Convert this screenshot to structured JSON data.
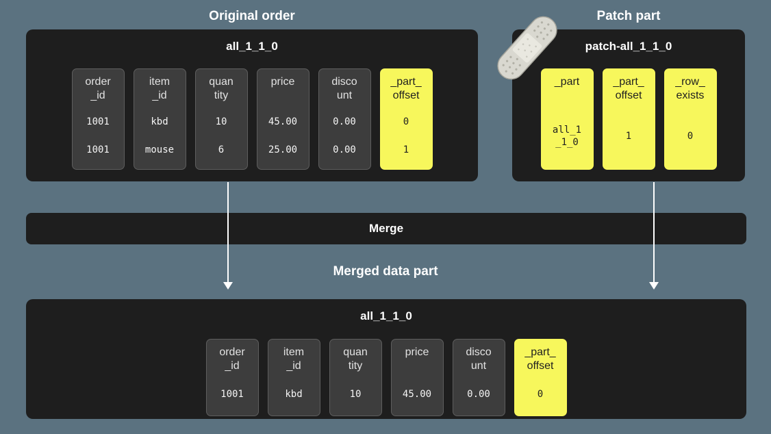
{
  "colors": {
    "background": "#5b7280",
    "panel_bg": "#1e1e1e",
    "cell_bg": "#3d3d3d",
    "cell_border": "#5e5e5e",
    "highlight": "#f7f75c",
    "text_light": "#ffffff",
    "text_dark": "#1f1f1f"
  },
  "labels": {
    "original_title": "Original order",
    "patch_title": "Patch part",
    "merge": "Merge",
    "merged_title": "Merged data part"
  },
  "icons": {
    "bandaid": "band-aid-icon"
  },
  "original": {
    "part_name": "all_1_1_0",
    "columns": [
      {
        "header": "order\n_id",
        "values": [
          "1001",
          "1001"
        ]
      },
      {
        "header": "item\n_id",
        "values": [
          "kbd",
          "mouse"
        ]
      },
      {
        "header": "quan\ntity",
        "values": [
          "10",
          "6"
        ]
      },
      {
        "header": "price",
        "values": [
          "45.00",
          "25.00"
        ]
      },
      {
        "header": "disco\nunt",
        "values": [
          "0.00",
          "0.00"
        ]
      },
      {
        "header": "_part_\noffset",
        "values": [
          "0",
          "1"
        ],
        "highlight": true
      }
    ]
  },
  "patch": {
    "part_name": "patch-all_1_1_0",
    "columns": [
      {
        "header": "_part",
        "values": [
          "all_1\n_1_0"
        ],
        "highlight": true
      },
      {
        "header": "_part_\noffset",
        "values": [
          "1"
        ],
        "highlight": true
      },
      {
        "header": "_row_\nexists",
        "values": [
          "0"
        ],
        "highlight": true
      }
    ]
  },
  "merged": {
    "part_name": "all_1_1_0",
    "columns": [
      {
        "header": "order\n_id",
        "values": [
          "1001"
        ]
      },
      {
        "header": "item\n_id",
        "values": [
          "kbd"
        ]
      },
      {
        "header": "quan\ntity",
        "values": [
          "10"
        ]
      },
      {
        "header": "price",
        "values": [
          "45.00"
        ]
      },
      {
        "header": "disco\nunt",
        "values": [
          "0.00"
        ]
      },
      {
        "header": "_part_\noffset",
        "values": [
          "0"
        ],
        "highlight": true
      }
    ]
  }
}
